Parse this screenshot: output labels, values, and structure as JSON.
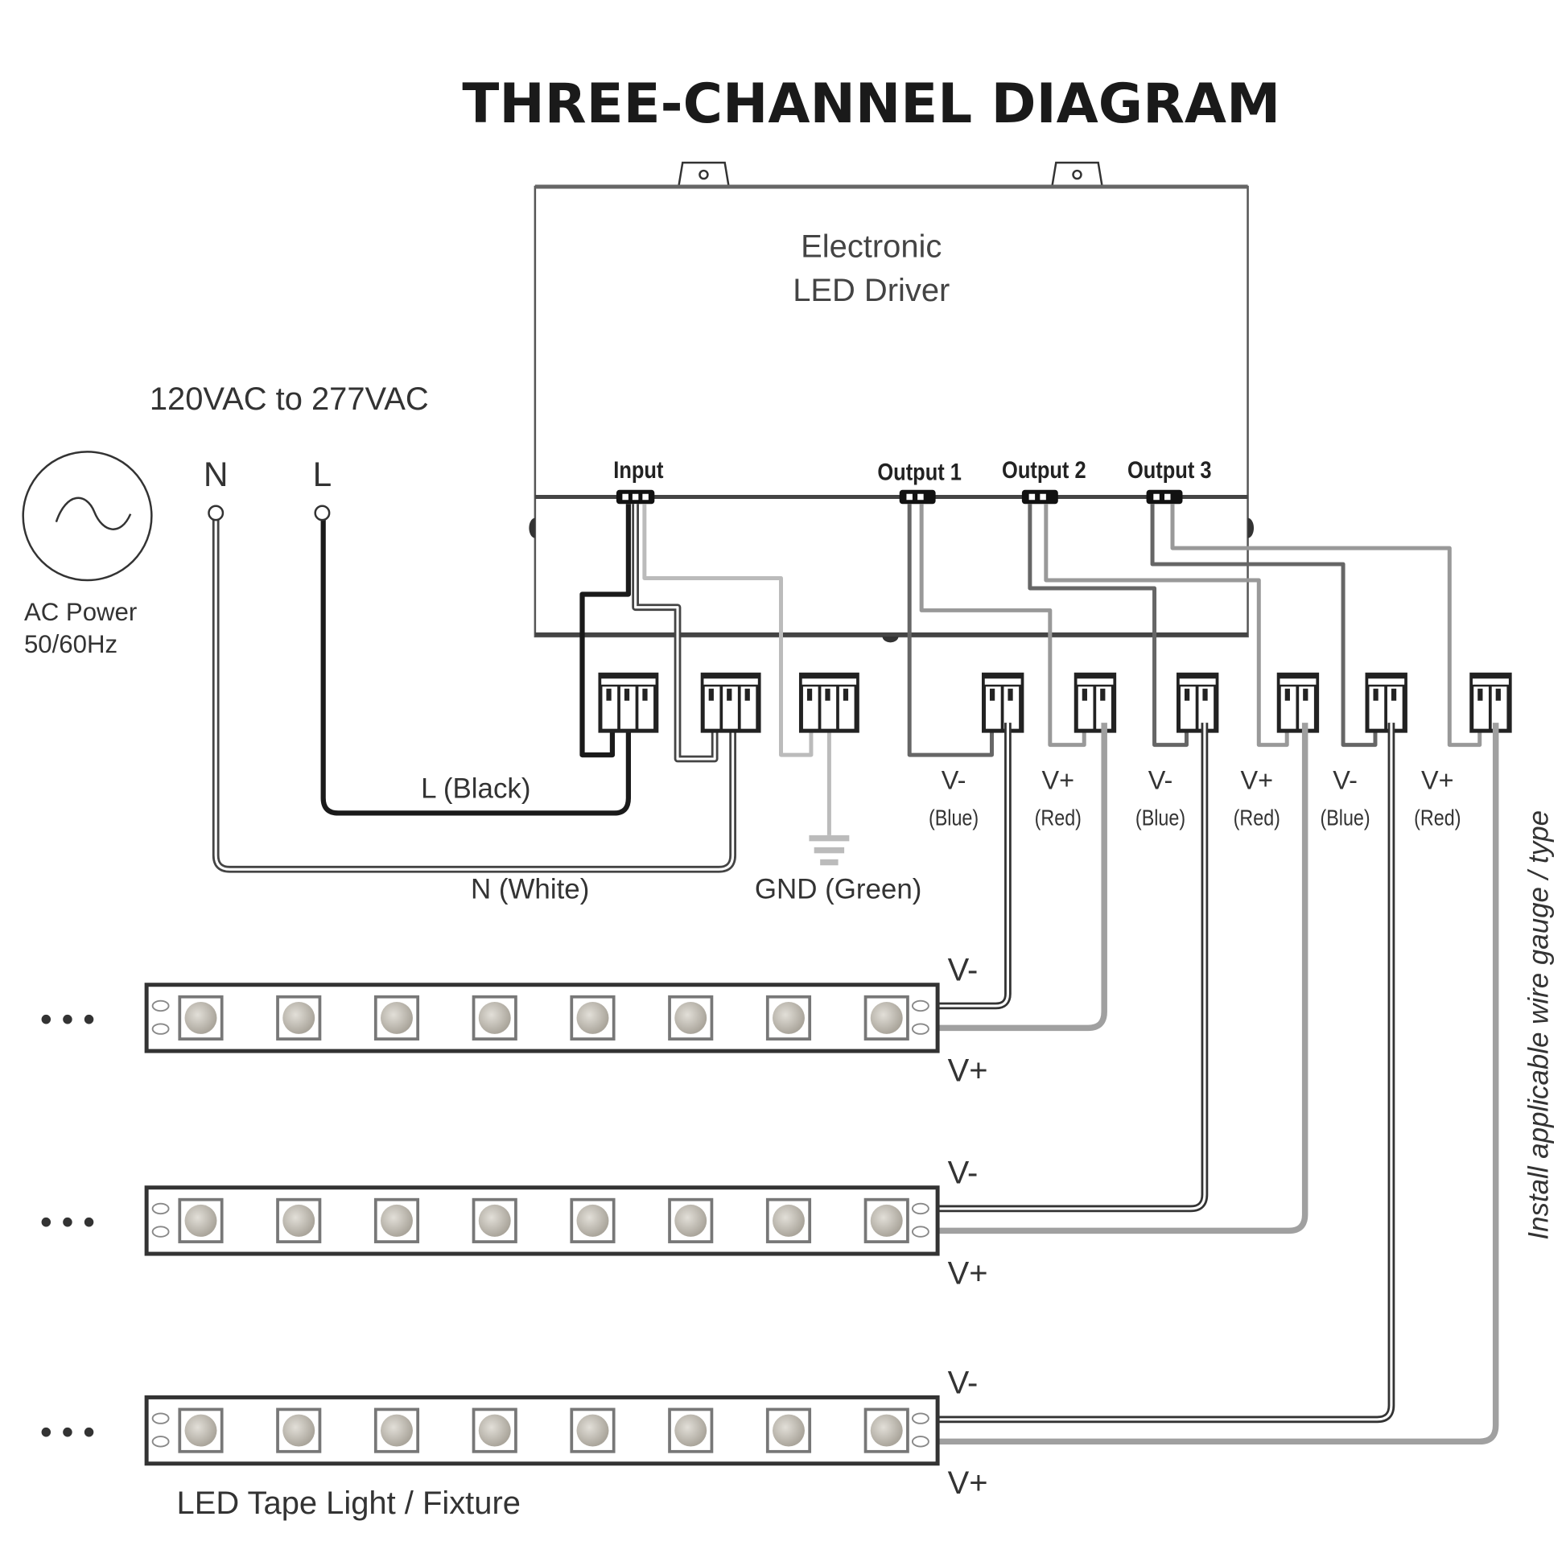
{
  "title": "THREE-CHANNEL DIAGRAM",
  "driver": {
    "label_line1": "Electronic",
    "label_line2": "LED Driver",
    "ports": {
      "input": "Input",
      "output1": "Output 1",
      "output2": "Output 2",
      "output3": "Output 3"
    }
  },
  "ac_source": {
    "voltage_range": "120VAC to 277VAC",
    "label_line1": "AC Power",
    "label_line2": "50/60Hz",
    "neutral": "N",
    "line": "L"
  },
  "input_wires": {
    "line": "L (Black)",
    "neutral": "N (White)",
    "ground": "GND (Green)"
  },
  "output_terminals": [
    {
      "polarity": "V-",
      "color": "(Blue)"
    },
    {
      "polarity": "V+",
      "color": "(Red)"
    },
    {
      "polarity": "V-",
      "color": "(Blue)"
    },
    {
      "polarity": "V+",
      "color": "(Red)"
    },
    {
      "polarity": "V-",
      "color": "(Blue)"
    },
    {
      "polarity": "V+",
      "color": "(Red)"
    }
  ],
  "strips": [
    {
      "vminus": "V-",
      "vplus": "V+",
      "continuation": "• • •"
    },
    {
      "vminus": "V-",
      "vplus": "V+",
      "continuation": "• • •"
    },
    {
      "vminus": "V-",
      "vplus": "V+",
      "continuation": "• • •"
    }
  ],
  "strip_label": "LED Tape Light / Fixture",
  "side_note": "Install applicable wire gauge / type",
  "colors": {
    "dark_wire": "#3a3a3a",
    "black_wire": "#1a1a1a",
    "grey_wire": "#9a9a9a",
    "light_wire": "#bdbdbd",
    "led": "#c9c5bc"
  }
}
